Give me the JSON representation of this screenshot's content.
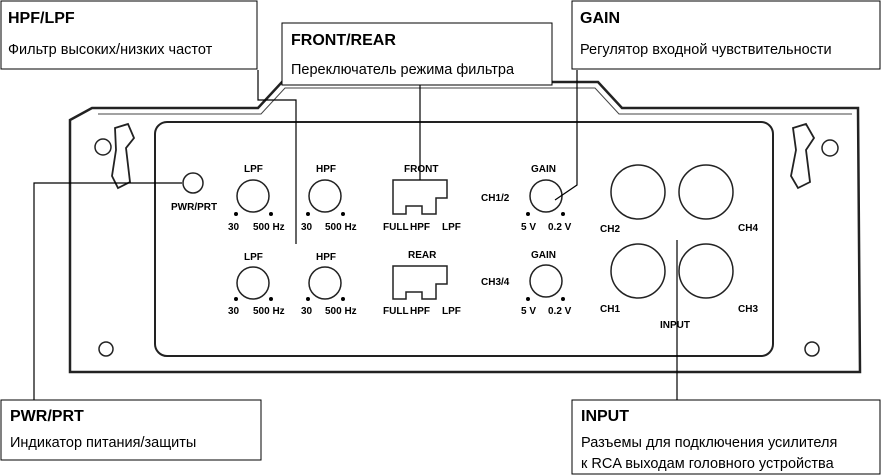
{
  "callouts": {
    "hpf_lpf": {
      "title": "HPF/LPF",
      "desc": "Фильтр высоких/низких частот"
    },
    "front_rear": {
      "title": "FRONT/REAR",
      "desc": "Переключатель режима фильтра"
    },
    "gain": {
      "title": "GAIN",
      "desc": "Регулятор входной чувствительности"
    },
    "pwr_prt": {
      "title": "PWR/PRT",
      "desc": "Индикатор питания/защиты"
    },
    "input": {
      "title": "INPUT",
      "desc_line1": "Разъемы для подключения усилителя",
      "desc_line2": "к RCA выходам головного устройства"
    }
  },
  "panel": {
    "pwr_label": "PWR/PRT",
    "lpf_top": {
      "name": "LPF",
      "min": "30",
      "max": "500 Hz"
    },
    "hpf_top": {
      "name": "HPF",
      "min": "30",
      "max": "500 Hz"
    },
    "lpf_bottom": {
      "name": "LPF",
      "min": "30",
      "max": "500 Hz"
    },
    "hpf_bottom": {
      "name": "HPF",
      "min": "30",
      "max": "500 Hz"
    },
    "front_switch": {
      "name": "FRONT",
      "opt1": "FULL",
      "opt2": "HPF",
      "opt3": "LPF"
    },
    "rear_switch": {
      "name": "REAR",
      "opt1": "FULL",
      "opt2": "HPF",
      "opt3": "LPF"
    },
    "gain_12": {
      "channel": "CH1/2",
      "name": "GAIN",
      "min": "5 V",
      "max": "0.2 V"
    },
    "gain_34": {
      "channel": "CH3/4",
      "name": "GAIN",
      "min": "5 V",
      "max": "0.2 V"
    },
    "rca": {
      "ch1": "CH1",
      "ch2": "CH2",
      "ch3": "CH3",
      "ch4": "CH4",
      "label": "INPUT"
    }
  }
}
